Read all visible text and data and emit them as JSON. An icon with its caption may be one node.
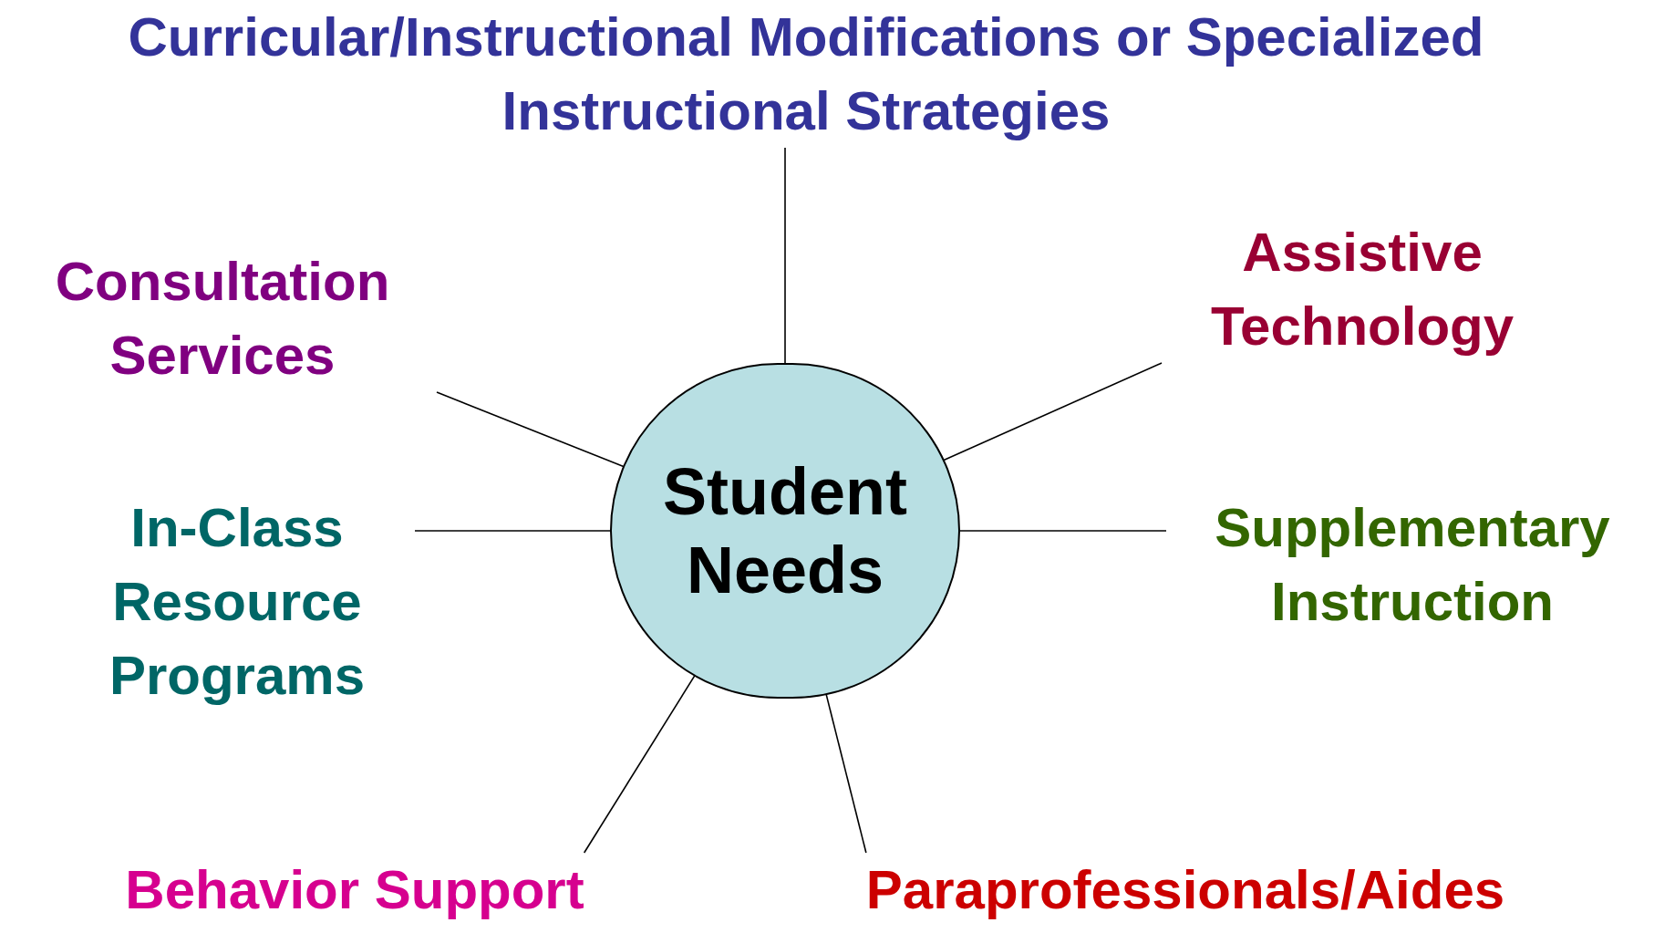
{
  "diagram": {
    "nodes": [
      {
        "text": [
          "Student Needs"
        ]
      },
      {
        "text": [
          "Curricular/Instructional Modifications or Specialized Instructional Strategies"
        ]
      },
      {
        "text": [
          "Consultation Services"
        ]
      },
      {
        "text": [
          "Assistive Technology"
        ]
      },
      {
        "text": [
          "In-Class Resource Programs"
        ]
      },
      {
        "text": [
          "Supplementary Instruction"
        ]
      },
      {
        "text": [
          "Behavior Support"
        ]
      },
      {
        "text": [
          "Paraprofessionals/Aides"
        ]
      }
    ],
    "edges": [
      {
        "from": 0,
        "to": 1,
        "arrow": "none"
      },
      {
        "from": 0,
        "to": 2,
        "arrow": "none"
      },
      {
        "from": 0,
        "to": 3,
        "arrow": "none"
      },
      {
        "from": 0,
        "to": 4,
        "arrow": "none"
      },
      {
        "from": 0,
        "to": 5,
        "arrow": "none"
      },
      {
        "from": 0,
        "to": 6,
        "arrow": "none"
      },
      {
        "from": 0,
        "to": 7,
        "arrow": "none"
      }
    ]
  }
}
